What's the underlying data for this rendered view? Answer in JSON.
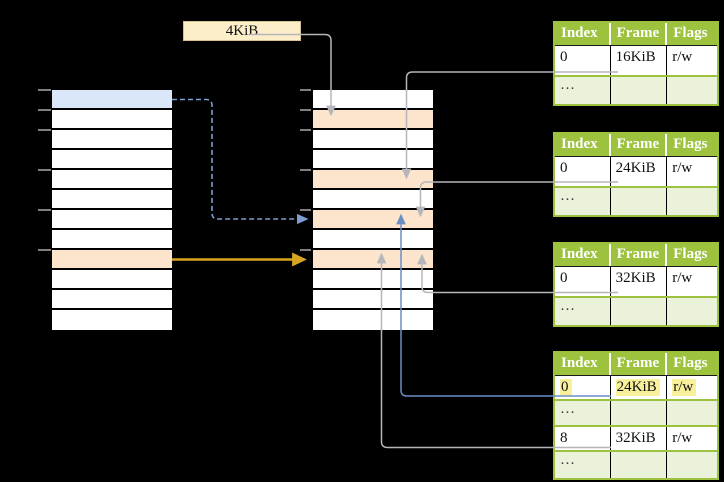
{
  "label_box": {
    "text": "4KiB"
  },
  "memory_columns": {
    "left": {
      "row_count": 12,
      "highlights": {
        "0": "blue",
        "8": "orange"
      },
      "tick_rows": [
        0,
        1,
        2,
        4,
        6,
        8
      ]
    },
    "middle": {
      "row_count": 12,
      "highlights": {
        "1": "orange",
        "4": "orange",
        "6": "orange",
        "8": "orange"
      },
      "tick_rows": [
        0,
        1,
        2,
        4,
        6,
        8
      ]
    }
  },
  "page_tables": [
    {
      "name": "page-table-1",
      "headers": [
        "Index",
        "Frame",
        "Flags"
      ],
      "rows": [
        {
          "type": "data",
          "cells": [
            "0",
            "16KiB",
            "r/w"
          ]
        },
        {
          "type": "dots",
          "cells": [
            "…",
            "",
            ""
          ]
        }
      ]
    },
    {
      "name": "page-table-2",
      "headers": [
        "Index",
        "Frame",
        "Flags"
      ],
      "rows": [
        {
          "type": "data",
          "cells": [
            "0",
            "24KiB",
            "r/w"
          ]
        },
        {
          "type": "dots",
          "cells": [
            "…",
            "",
            ""
          ]
        }
      ]
    },
    {
      "name": "page-table-3",
      "headers": [
        "Index",
        "Frame",
        "Flags"
      ],
      "rows": [
        {
          "type": "data",
          "cells": [
            "0",
            "32KiB",
            "r/w"
          ]
        },
        {
          "type": "dots",
          "cells": [
            "…",
            "",
            ""
          ]
        }
      ]
    },
    {
      "name": "page-table-4",
      "headers": [
        "Index",
        "Frame",
        "Flags"
      ],
      "rows": [
        {
          "type": "data",
          "highlighted": true,
          "cells": [
            "0",
            "24KiB",
            "r/w"
          ]
        },
        {
          "type": "dots",
          "cells": [
            "…",
            "",
            ""
          ]
        },
        {
          "type": "data",
          "cells": [
            "8",
            "32KiB",
            "r/w"
          ]
        },
        {
          "type": "dots",
          "cells": [
            "…",
            "",
            ""
          ]
        }
      ]
    }
  ],
  "colors": {
    "bg": "#000000",
    "row-white": "#ffffff",
    "row-blue": "#d9e7f8",
    "row-orange": "#fce5cc",
    "table-green": "#9dc33e",
    "table-light-green": "#ebf2da",
    "label-cream": "#fdeeca",
    "label-border": "#d8c18c",
    "highlight-yellow": "#f9f09b",
    "arrow-gray": "#b5b5bc",
    "arrow-blue": "#6a8fc7",
    "arrow-dashed-blue": "#7d9ed2",
    "arrow-orange": "#d9a41f",
    "tick-gray": "#7f7f7f"
  }
}
